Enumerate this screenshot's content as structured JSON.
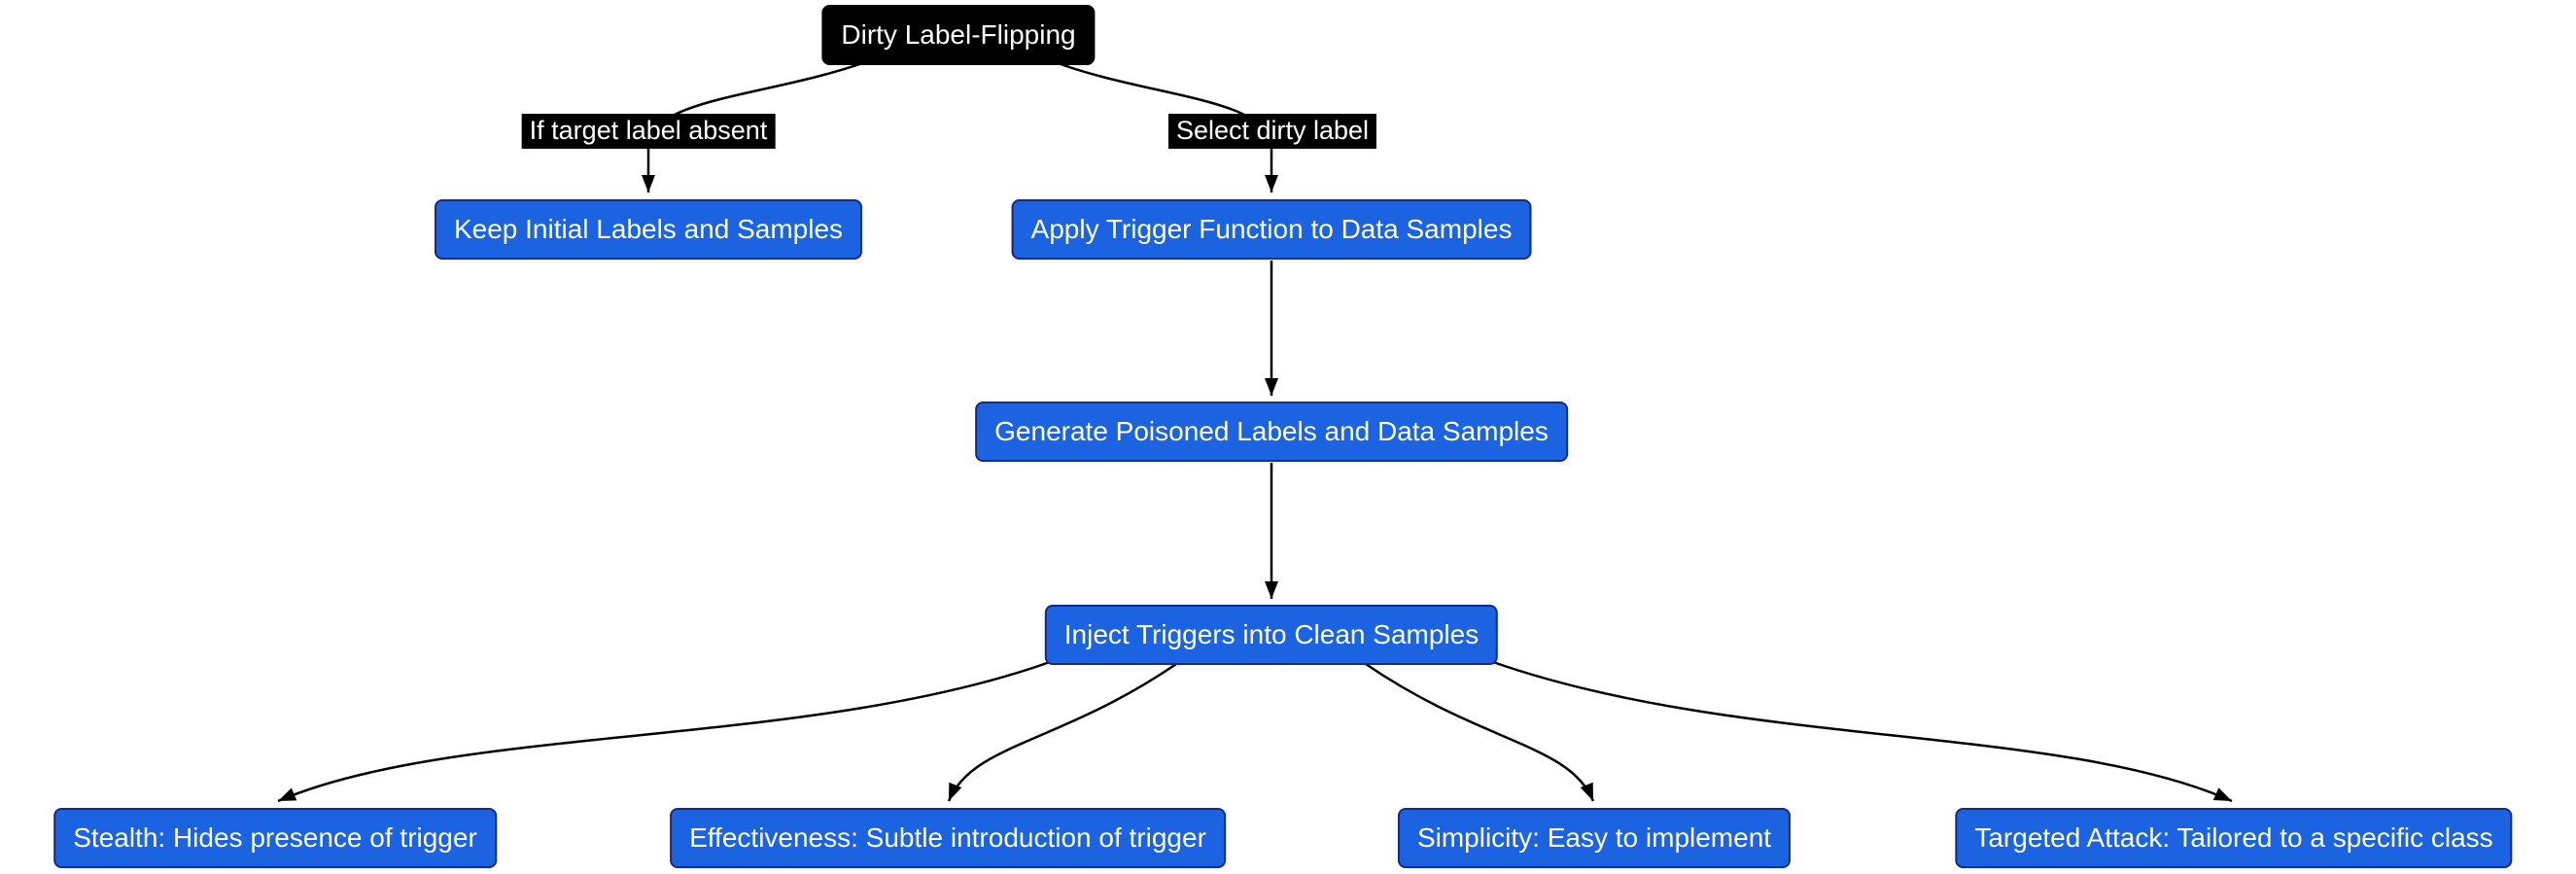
{
  "diagram": {
    "type": "flowchart",
    "title_node": "Dirty Label-Flipping",
    "edge_labels": {
      "left": "If target label absent",
      "right": "Select dirty label"
    },
    "nodes": {
      "keep_initial": "Keep Initial Labels and Samples",
      "apply_trigger": "Apply Trigger Function to Data Samples",
      "generate_poisoned": "Generate Poisoned Labels and Data Samples",
      "inject_triggers": "Inject Triggers into Clean Samples",
      "stealth": "Stealth: Hides presence of trigger",
      "effectiveness": "Effectiveness: Subtle introduction of trigger",
      "simplicity": "Simplicity: Easy to implement",
      "targeted": "Targeted Attack: Tailored to a specific class"
    },
    "colors": {
      "node_fill": "#1b63e0",
      "node_border": "#122a88",
      "root_fill": "#000000",
      "edge_label_bg": "#000000",
      "text": "#ffffff",
      "edge_stroke": "#000000",
      "background": "#ffffff"
    }
  }
}
